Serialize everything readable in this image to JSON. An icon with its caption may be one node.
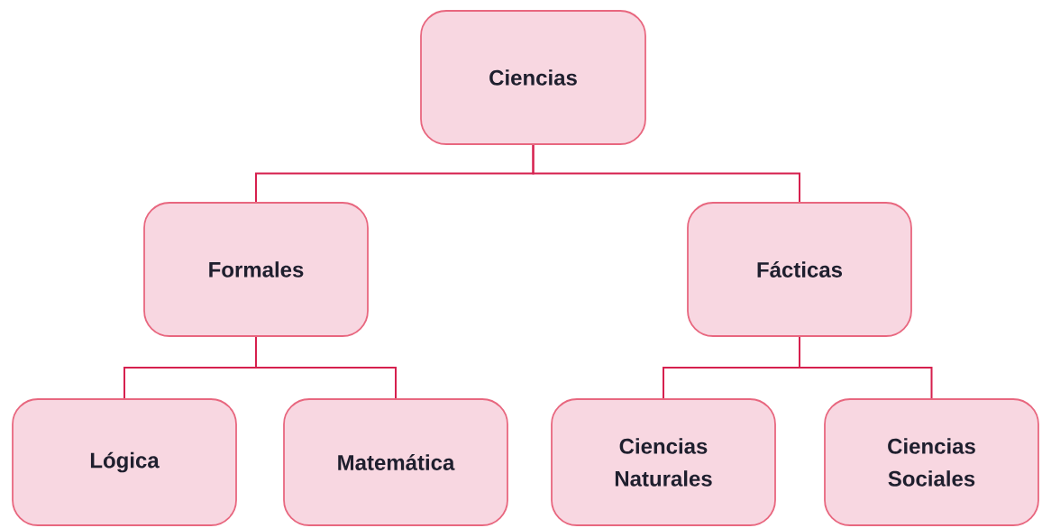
{
  "diagram": {
    "nodes": [
      {
        "text": [
          "Ciencias"
        ]
      },
      {
        "text": [
          "Formales"
        ]
      },
      {
        "text": [
          "Fácticas"
        ]
      },
      {
        "text": [
          "Lógica"
        ]
      },
      {
        "text": [
          "Matemática"
        ]
      },
      {
        "text": [
          "Ciencias Naturales"
        ]
      },
      {
        "text": [
          "Ciencias Sociales"
        ]
      }
    ],
    "edges": [
      {
        "from": 0,
        "to": 1,
        "arrow": "none"
      },
      {
        "from": 0,
        "to": 2,
        "arrow": "none"
      },
      {
        "from": 1,
        "to": 3,
        "arrow": "none"
      },
      {
        "from": 1,
        "to": 4,
        "arrow": "none"
      },
      {
        "from": 2,
        "to": 5,
        "arrow": "none"
      },
      {
        "from": 2,
        "to": 6,
        "arrow": "none"
      }
    ]
  }
}
